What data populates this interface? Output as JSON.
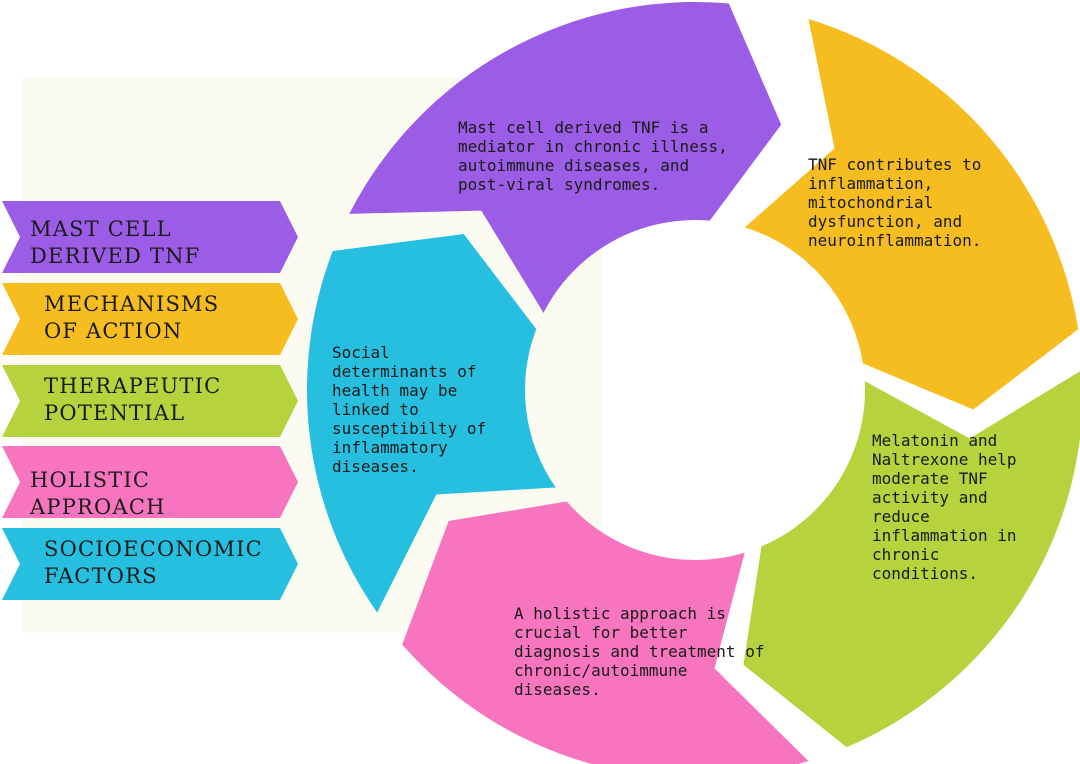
{
  "legend": [
    {
      "label": "MAST CELL DERIVED TNF",
      "color": "#9b5de5"
    },
    {
      "label": "MECHANISMS OF ACTION",
      "color": "#f5bd1f"
    },
    {
      "label": "THERAPEUTIC POTENTIAL",
      "color": "#b5d33d"
    },
    {
      "label": "HOLISTIC APPROACH",
      "color": "#f775bf"
    },
    {
      "label": "SOCIOECONOMIC FACTORS",
      "color": "#27bfe0"
    }
  ],
  "cycle": [
    {
      "text": "Mast cell derived TNF is a mediator in chronic illness, autoimmune diseases, and post-viral syndromes.",
      "color": "#9b5de5"
    },
    {
      "text": "TNF contributes to inflammation, mitochondrial dysfunction, and neuroinflammation.",
      "color": "#f5bd1f"
    },
    {
      "text": "Melatonin and Naltrexone help moderate TNF activity and reduce inflammation in chronic conditions.",
      "color": "#b5d33d"
    },
    {
      "text": "A holistic approach is crucial for better diagnosis and treatment of chronic/autoimmune diseases.",
      "color": "#f775bf"
    },
    {
      "text": "Social determinants of health may be linked to susceptibilty of inflammatory diseases.",
      "color": "#27bfe0"
    }
  ]
}
